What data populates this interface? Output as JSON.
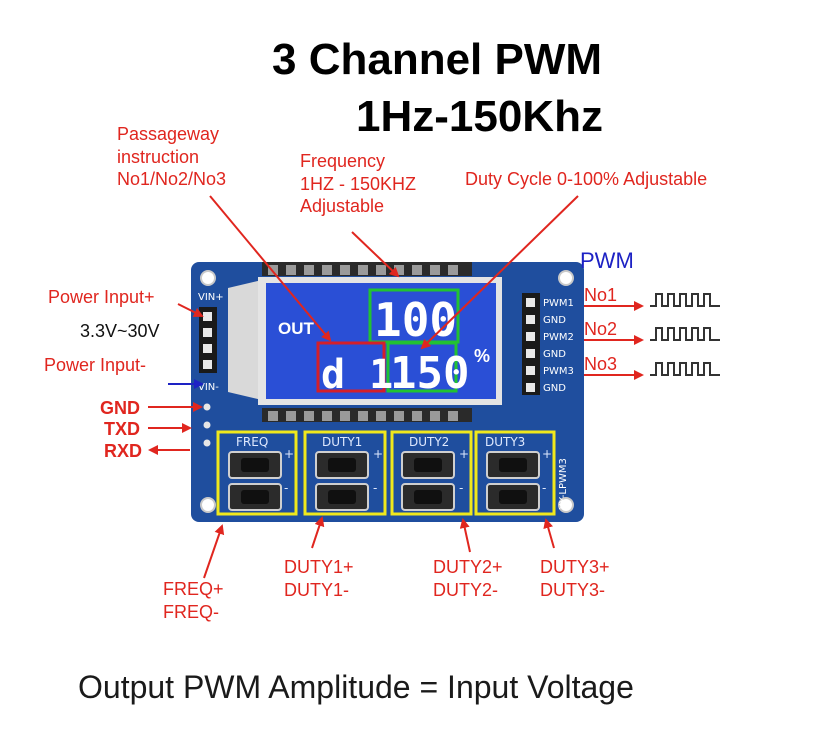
{
  "title": {
    "line1": "3 Channel PWM",
    "line2": "1Hz-150Khz"
  },
  "annotations": {
    "passageway": [
      "Passageway",
      "instruction",
      "No1/No2/No3"
    ],
    "frequency": [
      "Frequency",
      "1HZ - 150KHZ",
      "Adjustable"
    ],
    "duty_cycle": "Duty Cycle 0-100% Adjustable",
    "pwm": "PWM",
    "power_input_plus": "Power Input+",
    "voltage_range": "3.3V~30V",
    "power_input_minus": "Power Input-",
    "gnd": "GND",
    "txd": "TXD",
    "rxd": "RXD",
    "outputs": [
      "No1",
      "No2",
      "No3"
    ],
    "freq_buttons": [
      "FREQ+",
      "FREQ-"
    ],
    "duty1_buttons": [
      "DUTY1+",
      "DUTY1-"
    ],
    "duty2_buttons": [
      "DUTY2+",
      "DUTY2-"
    ],
    "duty3_buttons": [
      "DUTY3+",
      "DUTY3-"
    ]
  },
  "board": {
    "vin_plus": "VIN+",
    "vin_minus": "VIN-",
    "model": "XY-LPWM3",
    "right_pins": [
      "PWM1",
      "GND",
      "PWM2",
      "GND",
      "PWM3",
      "GND"
    ],
    "button_groups": [
      "FREQ",
      "DUTY1",
      "DUTY2",
      "DUTY3"
    ],
    "plus_sign": "+",
    "minus_sign": "-"
  },
  "lcd": {
    "out_label": "OUT",
    "top_value": "100",
    "channel_glyph": "d 1",
    "bottom_value": "150",
    "percent": "%"
  },
  "footer": "Output PWM Amplitude = Input Voltage",
  "colors": {
    "annotation_red": "#e0261f",
    "annotation_blue": "#1d22c4",
    "board_blue": "#1f4e9e",
    "lcd_blue": "#2a4fd6",
    "highlight_green": "#22c232",
    "highlight_red": "#d41f2a",
    "button_frame_yellow": "#f0e81c"
  }
}
